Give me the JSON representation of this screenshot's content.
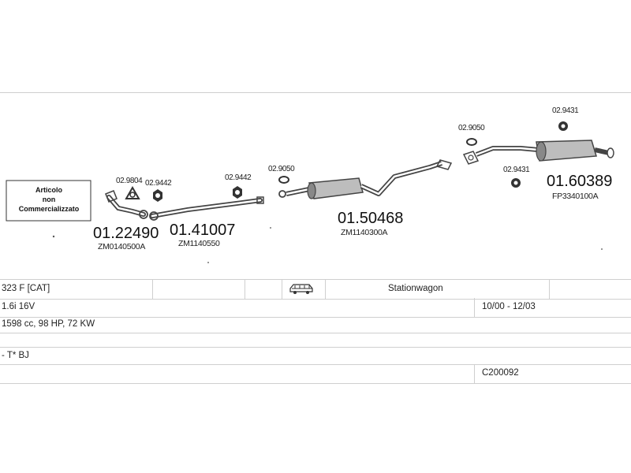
{
  "diagram": {
    "not_sold_label": [
      "Articolo",
      "non",
      "Commercializzato"
    ],
    "parts": {
      "p1_number": "01.22490",
      "p1_code": "ZM0140500A",
      "p2_number": "01.41007",
      "p2_code": "ZM1140550",
      "p3_number": "01.50468",
      "p3_code": "ZM1140300A",
      "p4_number": "01.60389",
      "p4_code": "FP3340100A"
    },
    "accessories": {
      "a1": "02.9804",
      "a2": "02.9442",
      "a3": "02.9442",
      "a4": "02.9050",
      "a5": "02.9050",
      "a6": "02.9431",
      "a7": "02.9431"
    }
  },
  "vehicle": {
    "model": "323 F  [CAT]",
    "body_type": "Stationwagon",
    "body_icon": "car-wagon-icon",
    "engine": "1.6i 16V",
    "years": "10/00 - 12/03",
    "specs": "1598 cc, 98 HP, 72 KW",
    "note": "- T* BJ",
    "catalog_code": "C200092"
  },
  "colors": {
    "line": "#cfcfcf",
    "ink": "#222222"
  }
}
